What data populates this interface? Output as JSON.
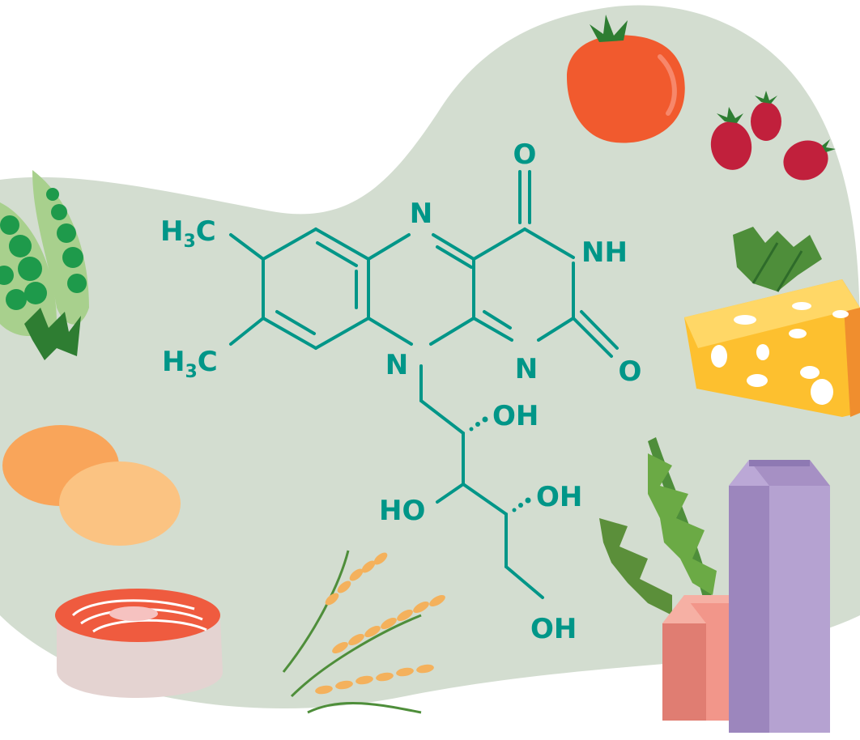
{
  "molecule": {
    "colors": {
      "structure": "#009688"
    },
    "atoms": {
      "n_top": "N",
      "o_top": "O",
      "nh": "NH",
      "ch3_top": {
        "main": "H",
        "sub": "3",
        "tail": "C"
      },
      "ch3_bottom": {
        "main": "H",
        "sub": "3",
        "tail": "C"
      },
      "n_left": "N",
      "n_right": "N",
      "o_right": "O",
      "oh_1": "OH",
      "ho_2": "HO",
      "oh_3": "OH",
      "oh_4": "OH"
    }
  },
  "illustration": {
    "colors": {
      "background_blob": "#D3DDD0",
      "tomato": "#F15A2E",
      "cherry_tomato": "#C1203C",
      "leaf_green": "#4E8E3A",
      "cheese": "#FDC02F",
      "egg": "#F9B25A",
      "salmon": "#EF5B3F",
      "wheat": "#F4B15C",
      "milk_carton_purple": "#A690C4",
      "milk_carton_pink": "#F2968A",
      "peas": "#1E9A4B"
    },
    "icons": [
      "peas-icon",
      "tomato-icon",
      "cherry-tomato-icon",
      "parsley-icon",
      "cheese-icon",
      "egg-icon",
      "salmon-icon",
      "wheat-icon",
      "arugula-icon",
      "milk-carton-icon",
      "juice-carton-icon"
    ]
  }
}
